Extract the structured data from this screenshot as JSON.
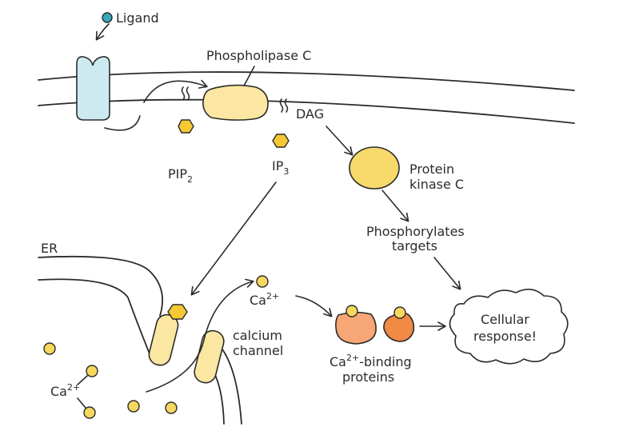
{
  "labels": {
    "ligand": "Ligand",
    "phospholipase_c": "Phospholipase C",
    "dag": "DAG",
    "pip2_main": "PIP",
    "pip2_sub": "2",
    "ip3_main": "IP",
    "ip3_sub": "3",
    "pkc_line1": "Protein",
    "pkc_line2": "kinase C",
    "phos_line1": "Phosphorylates",
    "phos_line2": "targets",
    "er": "ER",
    "ca_top_main": "Ca",
    "ca_top_sup": "2+",
    "ca_left_main": "Ca",
    "ca_left_sup": "2+",
    "channel_line1": "calcium",
    "channel_line2": "channel",
    "cbp_main": "Ca",
    "cbp_sup": "2+",
    "cbp_rest": "-binding",
    "cbp_line2": "proteins",
    "resp_line1": "Cellular",
    "resp_line2": "response!"
  },
  "colors": {
    "receptor": "#cdeaf1",
    "ligand": "#3aa6b9",
    "yellow_protein": "#fbe7a1",
    "pkc": "#f8d96b",
    "calcium": "#f6d85e",
    "hexagon": "#f5c933",
    "binding_protein_light": "#f7a675",
    "binding_protein_dark": "#f08a45"
  }
}
